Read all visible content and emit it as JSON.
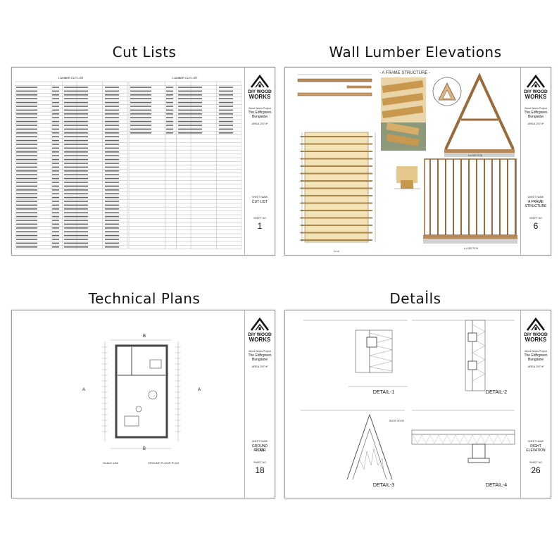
{
  "headings": {
    "cut_lists": "Cut Lists",
    "wall_lumber": "Wall Lumber Elevations",
    "technical_plans": "Technical Plans",
    "details": "Detaİls"
  },
  "title_block": {
    "logo_line1": "DIY WOOD",
    "logo_line2": "WORKS",
    "project_prefix": "Wood Works Project Of",
    "project_name_1": "The Evergreen",
    "project_name_2": "Bungalow",
    "area": "AREA 297 ft²"
  },
  "sheets": {
    "cut_list": {
      "sheet_name_label": "SHEET NAME",
      "sheet_name": "CUT LIST",
      "sheet_no_label": "SHEET NO",
      "sheet_no": "1",
      "table_title": "LUMBER CUT LIST"
    },
    "frame": {
      "sheet_name_label": "SHEET NAME",
      "sheet_name_1": "A FRAME",
      "sheet_name_2": "STRUCTURE",
      "sheet_no_label": "SHEET NO",
      "sheet_no": "6",
      "drawing_title": "- A FRAME STRUCTURE -",
      "section_label_1": "A-A SECTION",
      "section_label_2": "A-A SECTION",
      "plan_label": "PLAN"
    },
    "plan": {
      "sheet_name_label": "SHEET NAME",
      "sheet_name_1": "GROUND FLOOR",
      "sheet_name_2": "PLAN",
      "sheet_no_label": "SHEET NO",
      "sheet_no": "18",
      "scale": "SCALE 1/50",
      "plan_title": "GROUND FLOOR PLAN",
      "marker_b": "B",
      "marker_a": "A"
    },
    "details": {
      "sheet_name_label": "SHEET NAME",
      "sheet_name_1": "RIGHT",
      "sheet_name_2": "ELEVATION",
      "sheet_no_label": "SHEET NO",
      "sheet_no": "26",
      "d1": "DETAIL-1",
      "d2": "DETAIL-2",
      "d3": "DETAIL-3",
      "d4": "DETAIL-4",
      "roof_edge": "ROOF EDGE"
    }
  }
}
